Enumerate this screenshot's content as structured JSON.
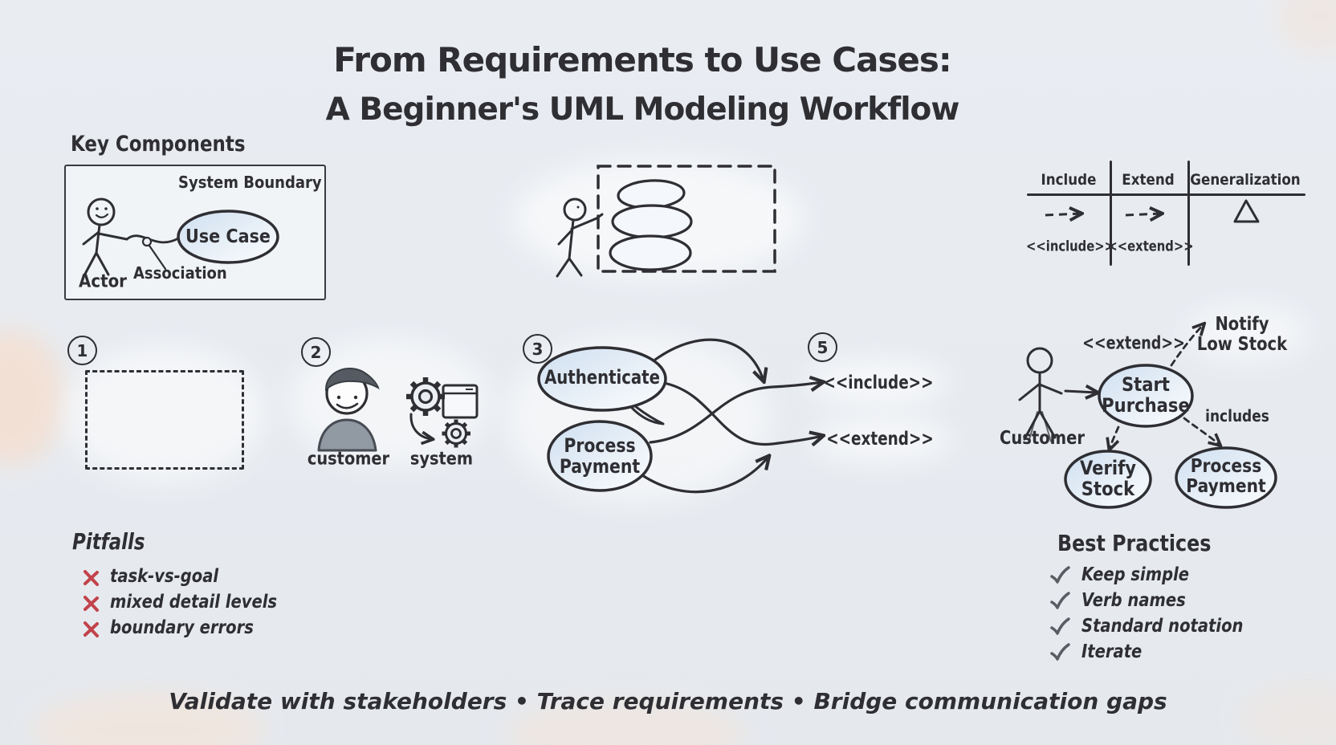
{
  "title": {
    "line1": "From Requirements to Use Cases:",
    "line2": "A Beginner's UML Modeling Workflow"
  },
  "key_components": {
    "heading": "Key Components",
    "system_boundary": "System Boundary",
    "use_case": "Use Case",
    "actor": "Actor",
    "association": "Association"
  },
  "notation_table": {
    "columns": [
      "Include",
      "Extend",
      "Generalization"
    ],
    "include_stereotype": "<<include>>",
    "extend_stereotype": "<<extend>>"
  },
  "steps": {
    "step1": {
      "number": "1"
    },
    "step2": {
      "number": "2",
      "customer_label": "customer",
      "system_label": "system"
    },
    "step3": {
      "number": "3",
      "use_case_a": "Authenticate",
      "use_case_b_line1": "Process",
      "use_case_b_line2": "Payment"
    },
    "step5": {
      "number": "5",
      "include_label": "<<include>>",
      "extend_label": "<<extend>>"
    }
  },
  "example": {
    "actor": "Customer",
    "extend_stereotype": "<<extend>>",
    "extend_target_line1": "Notify",
    "extend_target_line2": "Low Stock",
    "main_line1": "Start",
    "main_line2": "Purchase",
    "includes_label": "includes",
    "verify_line1": "Verify",
    "verify_line2": "Stock",
    "payment_line1": "Process",
    "payment_line2": "Payment"
  },
  "pitfalls": {
    "heading": "Pitfalls",
    "items": [
      "task-vs-goal",
      "mixed detail levels",
      "boundary errors"
    ]
  },
  "best_practices": {
    "heading": "Best Practices",
    "items": [
      "Keep simple",
      "Verb names",
      "Standard notation",
      "Iterate"
    ]
  },
  "footer": {
    "text": "Validate with stakeholders • Trace requirements • Bridge communication gaps"
  },
  "colors": {
    "background": "#e8ecf1",
    "ink": "#2e2e33",
    "accent_red": "#c2434a",
    "ellipse_fill": "#d7e3f2",
    "check_gray": "#5c5c63"
  }
}
